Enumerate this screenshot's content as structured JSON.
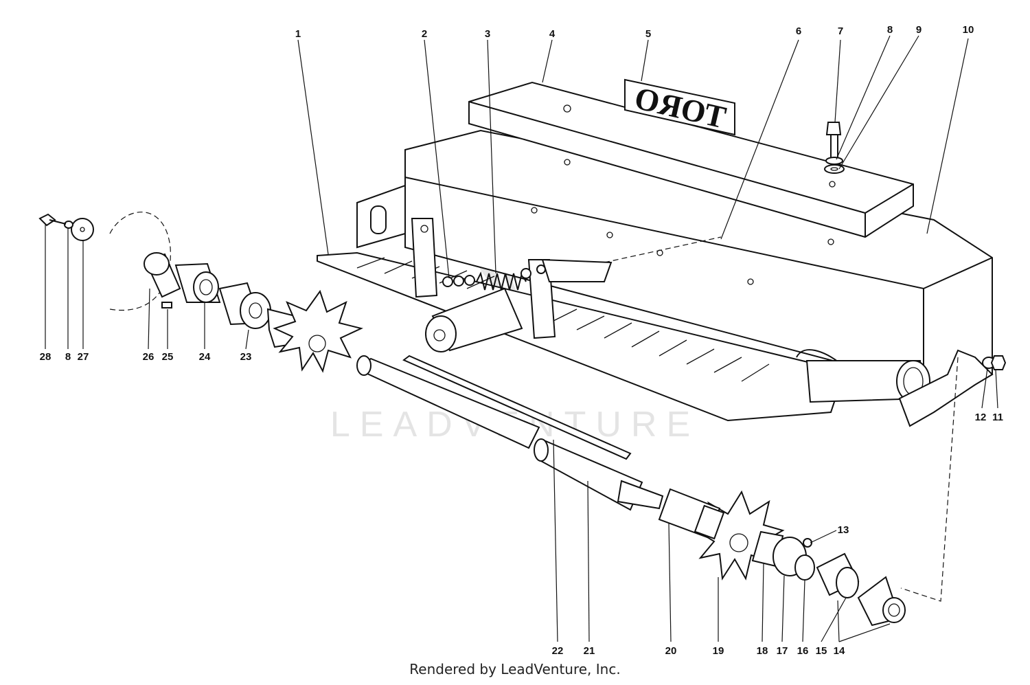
{
  "brand_plate": {
    "text": "TORO"
  },
  "watermark": {
    "text": "LEADVENTURE"
  },
  "footer": {
    "credit": "Rendered by LeadVenture, Inc."
  },
  "callouts": [
    {
      "id": "1",
      "label": "1"
    },
    {
      "id": "2",
      "label": "2"
    },
    {
      "id": "3",
      "label": "3"
    },
    {
      "id": "4",
      "label": "4"
    },
    {
      "id": "5",
      "label": "5"
    },
    {
      "id": "6",
      "label": "6"
    },
    {
      "id": "7",
      "label": "7"
    },
    {
      "id": "8a",
      "label": "8"
    },
    {
      "id": "9",
      "label": "9"
    },
    {
      "id": "10",
      "label": "10"
    },
    {
      "id": "11",
      "label": "11"
    },
    {
      "id": "12",
      "label": "12"
    },
    {
      "id": "13",
      "label": "13"
    },
    {
      "id": "14",
      "label": "14"
    },
    {
      "id": "15",
      "label": "15"
    },
    {
      "id": "16",
      "label": "16"
    },
    {
      "id": "17",
      "label": "17"
    },
    {
      "id": "18",
      "label": "18"
    },
    {
      "id": "19",
      "label": "19"
    },
    {
      "id": "20",
      "label": "20"
    },
    {
      "id": "21",
      "label": "21"
    },
    {
      "id": "22",
      "label": "22"
    },
    {
      "id": "23",
      "label": "23"
    },
    {
      "id": "24",
      "label": "24"
    },
    {
      "id": "25",
      "label": "25"
    },
    {
      "id": "26",
      "label": "26"
    },
    {
      "id": "27",
      "label": "27"
    },
    {
      "id": "8b",
      "label": "8"
    },
    {
      "id": "28",
      "label": "28"
    }
  ]
}
